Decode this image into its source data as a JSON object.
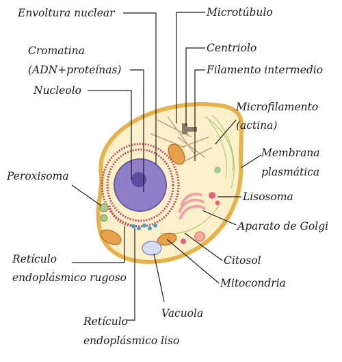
{
  "labels": {
    "envoltura_nuclear": "Envoltura nuclear",
    "microtubulo": "Microtúbulo",
    "cromatina_line1": "Cromatina",
    "cromatina_line2": "(ADN+proteínas)",
    "centriolo": "Centriolo",
    "filamento_intermedio": "Filamento intermedio",
    "nucleolo": "Nucleolo",
    "microfilamento_line1": "Microfilamento",
    "microfilamento_line2": "(actina)",
    "membrana_line1": "Membrana",
    "membrana_line2": "plasmática",
    "peroxisoma": "Peroxisoma",
    "lisosoma": "Lisosoma",
    "aparato_golgi": "Aparato de Golgi",
    "reticulo_rugoso_line1": "Retículo",
    "reticulo_rugoso_line2": "endoplásmico rugoso",
    "citosol": "Citosol",
    "mitocondria": "Mitocondria",
    "vacuola": "Vacuola",
    "reticulo_liso_line1": "Retículo",
    "reticulo_liso_line2": "endoplásmico liso"
  },
  "colors": {
    "membrane": "#e8b24a",
    "cytoplasm": "#fbf0c9",
    "nucleus": "#8f7fc9",
    "nucleolus": "#5a4aa0",
    "rough_er": "#c24a6a",
    "golgi": "#f0a0a8",
    "mitochondria": "#e8a04a",
    "lysosome": "#e8607a",
    "peroxisome": "#a8c890",
    "smooth_er": "#4aa0c8",
    "vacuole": "#d8dcf0",
    "microfilament": "#8ab84a",
    "leader_lines": "#1a1a1a"
  }
}
